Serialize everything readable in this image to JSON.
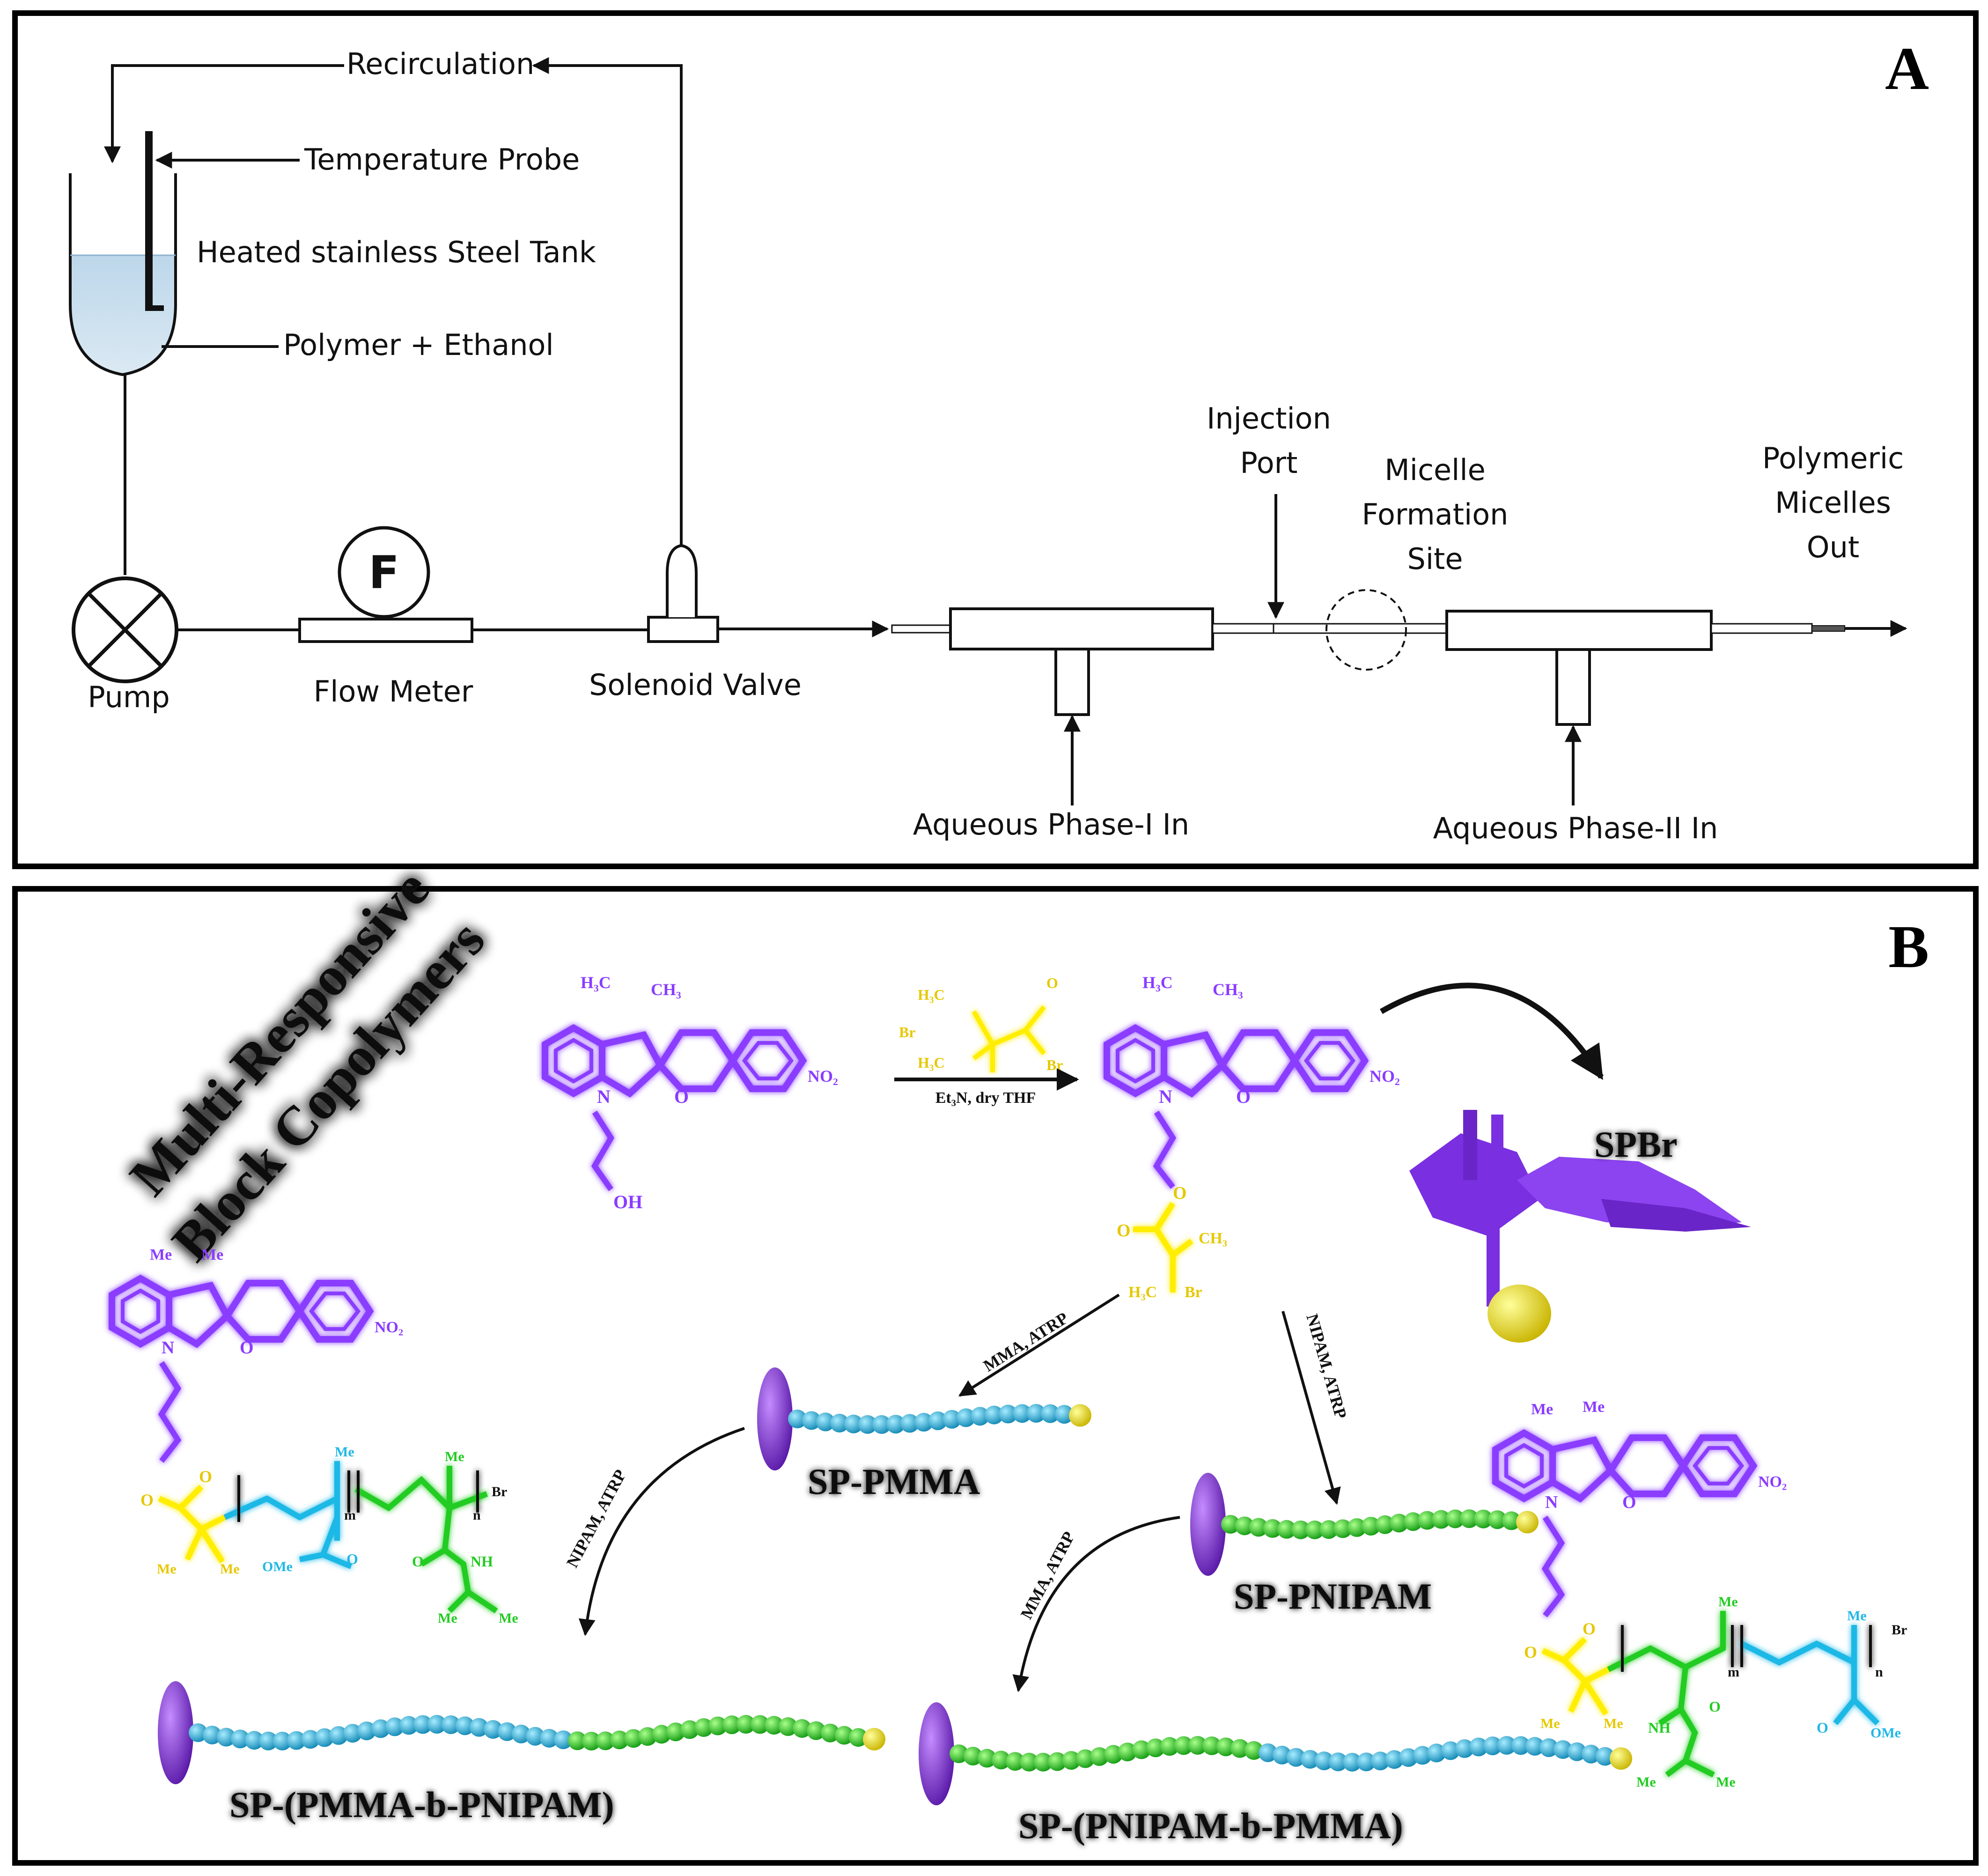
{
  "panel_a": {
    "letter": "A",
    "labels": {
      "recirculation": "Recirculation",
      "temperature_probe": "Temperature Probe",
      "tank": "Heated stainless Steel Tank",
      "polymer_ethanol": "Polymer + Ethanol",
      "pump": "Pump",
      "flow_meter_symbol": "F",
      "flow_meter": "Flow Meter",
      "solenoid_valve": "Solenoid Valve",
      "injection_port_1": "Injection",
      "injection_port_2": "Port",
      "micelle_1": "Micelle",
      "micelle_2": "Formation",
      "micelle_3": "Site",
      "out_1": "Polymeric",
      "out_2": "Micelles",
      "out_3": "Out",
      "aqueous_1": "Aqueous Phase-I In",
      "aqueous_2": "Aqueous Phase-II In"
    }
  },
  "panel_b": {
    "letter": "B",
    "title_1": "Multi-Responsive",
    "title_2": "Block Copolymers",
    "reagent_reaction": "Et₃N, dry THF",
    "spbr": "SPBr",
    "sp_pmma": "SP-PMMA",
    "sp_pnipam": "SP-PNIPAM",
    "sp_pmma_b_pnipam": "SP-(PMMA-b-PNIPAM)",
    "sp_pnipam_b_pmma": "SP-(PNIPAM-b-PMMA)",
    "arrow_mma_atrp": "MMA, ATRP",
    "arrow_nipam_atrp": "NIPAM, ATRP",
    "chem": {
      "h3c": "H₃C",
      "ch3": "CH₃",
      "no2": "NO₂",
      "n": "N",
      "o": "O",
      "oh": "OH",
      "br": "Br",
      "me": "Me",
      "nh": "NH",
      "ome": "OMe",
      "sub_m": "m",
      "sub_n": "n"
    },
    "colors": {
      "spiropyran": "#8a3cff",
      "initiator": "#ffee00",
      "pmma": "#1fb8e6",
      "pnipam": "#22cc22",
      "label_glow": "#9fe87a"
    }
  }
}
